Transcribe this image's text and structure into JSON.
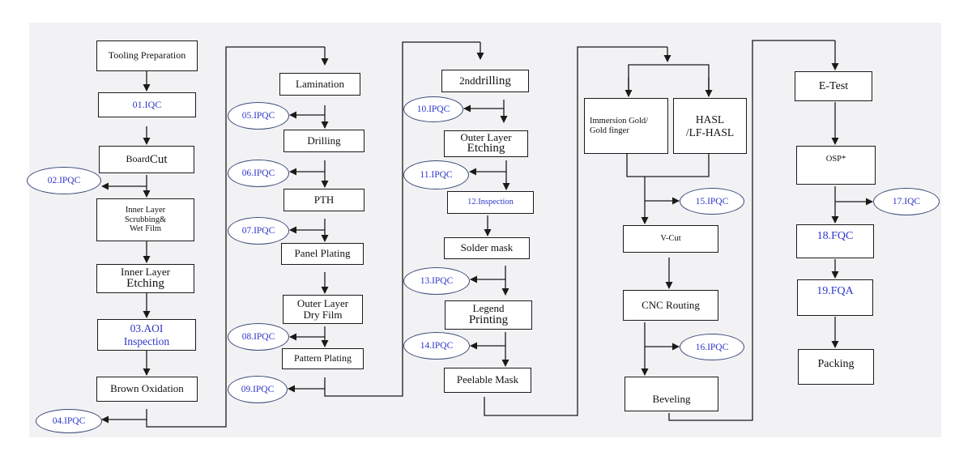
{
  "steps": {
    "tooling": "Tooling Preparation",
    "iqc01": "01.IQC",
    "board_cut_a": "Board ",
    "board_cut_b": "Cut",
    "inner_scrub": "Inner Layer\nScrubbing&\nWet Film",
    "inner_etch_a": "Inner Layer",
    "inner_etch_b": "Etching",
    "aoi": "03.AOI\nInspection",
    "brown": "Brown Oxidation",
    "lamination": "Lamination",
    "drilling": "Drilling",
    "pth": "PTH",
    "panel_plating": "Panel Plating",
    "outer_dry_a": "Outer Layer",
    "outer_dry_b": "Dry Film",
    "pattern_plating": "Pattern Plating",
    "drill2_a": "2nd ",
    "drill2_b": "drilling",
    "outer_etch_a": "Outer Layer",
    "outer_etch_b": "Etching",
    "inspection12": "12.Inspection",
    "solder_mask": "Solder mask",
    "legend_a": "Legend",
    "legend_b": "Printing",
    "peelable": "Peelable Mask",
    "immersion": "Immersion Gold/\nGold finger",
    "hasl": "HASL\n/LF-HASL",
    "vcut": "V-Cut",
    "cnc": "CNC Routing",
    "beveling": "Beveling",
    "etest": "E-Test",
    "osp": "OSP*",
    "fqc": "18.FQC",
    "fqa": "19.FQA",
    "packing": "Packing"
  },
  "checks": {
    "c02": "02.IPQC",
    "c04": "04.IPQC",
    "c05": "05.IPQC",
    "c06": "06.IPQC",
    "c07": "07.IPQC",
    "c08": "08.IPQC",
    "c09": "09.IPQC",
    "c10": "10.IPQC",
    "c11": "11.IPQC",
    "c13": "13.IPQC",
    "c14": "14.IPQC",
    "c15": "15.IPQC",
    "c16": "16.IPQC",
    "c17": "17.IQC"
  },
  "colors": {
    "text": "#111111",
    "blue_text": "#2e37c8",
    "panel": "#f2f2f4",
    "line": "#1a1a1a"
  }
}
